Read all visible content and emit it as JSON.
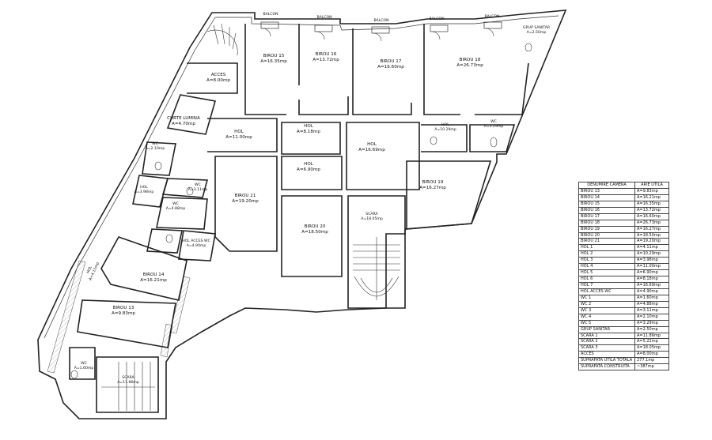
{
  "balcony_label": "BALCON",
  "rooms": {
    "birou15": {
      "name": "BIROU 15",
      "area": "A=16.35mp"
    },
    "birou16": {
      "name": "BIROU 16",
      "area": "A=13.72mp"
    },
    "birou17": {
      "name": "BIROU 17",
      "area": "A=16.60mp"
    },
    "birou18": {
      "name": "BIROU 18",
      "area": "A=26.73mp"
    },
    "grup_sanitar": {
      "name": "GRUP SANITAR",
      "area": "A=2.50mp"
    },
    "acces": {
      "name": "ACCES",
      "area": "A=8.00mp"
    },
    "curte_lumina": {
      "name": "CURTE LUMINA",
      "area": "A=4.70mp"
    },
    "hol4": {
      "name": "HOL",
      "area": "A=11.00mp"
    },
    "hol6": {
      "name": "HOL",
      "area": "A=8.18mp"
    },
    "hol7": {
      "name": "HOL",
      "area": "A=16.69mp"
    },
    "hol2": {
      "name": "HOL",
      "area": "A=10.29mp"
    },
    "wc5": {
      "name": "WC",
      "area": "A=3.29mp"
    },
    "wc4": {
      "name": "WC",
      "area": "A=2.10mp"
    },
    "hol5": {
      "name": "HOL",
      "area": "A=6.90mp"
    },
    "birou21": {
      "name": "BIROU 21",
      "area": "A=19.20mp"
    },
    "birou19": {
      "name": "BIROU 19",
      "area": "A=16.27mp"
    },
    "hol3": {
      "name": "HOL",
      "area": "A=3.98mp"
    },
    "wc3": {
      "name": "WC",
      "area": "A=3.11mp"
    },
    "wc2": {
      "name": "WC",
      "area": "A=4.88mp"
    },
    "scara3": {
      "name": "SCARA",
      "area": "A=18.05mp"
    },
    "birou20": {
      "name": "BIROU 20",
      "area": "A=18.50mp"
    },
    "hol_acces_wc": {
      "name": "HOL ACCES WC",
      "area": "A=4.90mp"
    },
    "hol1": {
      "name": "HOL",
      "area": "A=4.11mp"
    },
    "birou14": {
      "name": "BIROU 14",
      "area": "A=16.21mp"
    },
    "birou13": {
      "name": "BIROU 13",
      "area": "A=9.83mp"
    },
    "wc1": {
      "name": "WC",
      "area": "A=1.60mp"
    },
    "scara1": {
      "name": "SCARA",
      "area": "A=11.86mp"
    }
  },
  "legend": {
    "header": {
      "name": "DENUMIRE CAMERA",
      "area": "ARIE UTILA"
    },
    "rows": [
      {
        "name": "BIROU 13",
        "area": "A=9.83mp"
      },
      {
        "name": "BIROU 14",
        "area": "A=16.21mp"
      },
      {
        "name": "BIROU 15",
        "area": "A=16.35mp"
      },
      {
        "name": "BIROU 16",
        "area": "A=13.72mp"
      },
      {
        "name": "BIROU 17",
        "area": "A=16.60mp"
      },
      {
        "name": "BIROU 18",
        "area": "A=26.73mp"
      },
      {
        "name": "BIROU 19",
        "area": "A=16.27mp"
      },
      {
        "name": "BIROU 20",
        "area": "A=18.50mp"
      },
      {
        "name": "BIROU 21",
        "area": "A=19.20mp"
      },
      {
        "name": "HOL 1",
        "area": "A=4.11mp"
      },
      {
        "name": "HOL 2",
        "area": "A=10.29mp"
      },
      {
        "name": "HOL 3",
        "area": "A=3.98mp"
      },
      {
        "name": "HOL 4",
        "area": "A=11.00mp"
      },
      {
        "name": "HOL 5",
        "area": "A=6.90mp"
      },
      {
        "name": "HOL 6",
        "area": "A=8.18mp"
      },
      {
        "name": "HOL 7",
        "area": "A=16.69mp"
      },
      {
        "name": "HOL ACCES WC",
        "area": "A=4.90mp"
      },
      {
        "name": "WC 1",
        "area": "A=1.60mp"
      },
      {
        "name": "WC 2",
        "area": "A=4.88mp"
      },
      {
        "name": "WC 3",
        "area": "A=3.11mp"
      },
      {
        "name": "WC 4",
        "area": "A=2.10mp"
      },
      {
        "name": "WC 5",
        "area": "A=3.29mp"
      },
      {
        "name": "GRUP SANITAR",
        "area": "A=2.50mp"
      },
      {
        "name": "SCARA 1",
        "area": "A=11.86mp"
      },
      {
        "name": "SCARA 2",
        "area": "A=5.22mp"
      },
      {
        "name": "SCARA 3",
        "area": "A=18.05mp"
      },
      {
        "name": "ACCES",
        "area": "A=8.00mp"
      },
      {
        "name": "SUPRAFATA UTILA TOTALA",
        "area": "277.1mp"
      },
      {
        "name": "SUPRAFATA CONSTRUITA",
        "area": "~387mp"
      }
    ]
  }
}
